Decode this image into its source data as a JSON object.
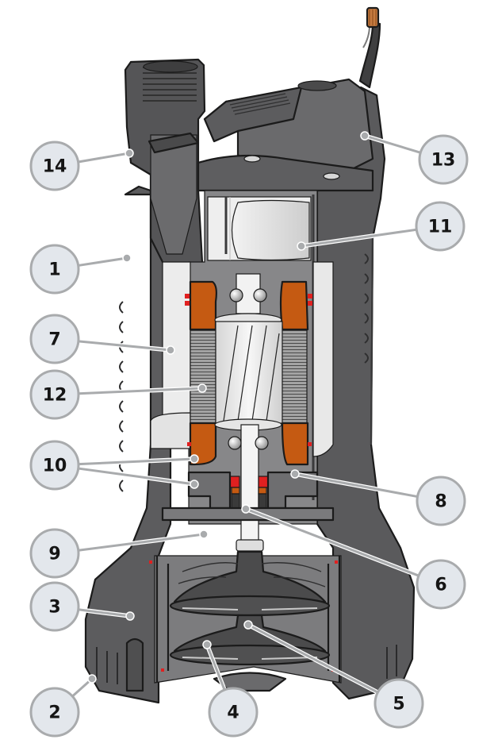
{
  "diagram": {
    "subject": "Submersible drainage pump cutaway",
    "colors": {
      "housing_dark": "#4a4a4b",
      "housing_mid": "#5e5e60",
      "housing_light": "#737375",
      "cutface": "#3a3a3b",
      "interior": "#8a8a8c",
      "motor_white": "#ececec",
      "winding_copper": "#c55a12",
      "seal_red": "#e02020",
      "stator_grey": "#9a9a9a",
      "callout_fill": "#e3e7ec",
      "callout_stroke": "#a9abad"
    },
    "callouts": [
      {
        "id": "14",
        "label": "14"
      },
      {
        "id": "1",
        "label": "1"
      },
      {
        "id": "7",
        "label": "7"
      },
      {
        "id": "12",
        "label": "12"
      },
      {
        "id": "10",
        "label": "10"
      },
      {
        "id": "9",
        "label": "9"
      },
      {
        "id": "3",
        "label": "3"
      },
      {
        "id": "2",
        "label": "2"
      },
      {
        "id": "4",
        "label": "4"
      },
      {
        "id": "5",
        "label": "5"
      },
      {
        "id": "6",
        "label": "6"
      },
      {
        "id": "8",
        "label": "8"
      },
      {
        "id": "11",
        "label": "11"
      },
      {
        "id": "13",
        "label": "13"
      }
    ]
  }
}
